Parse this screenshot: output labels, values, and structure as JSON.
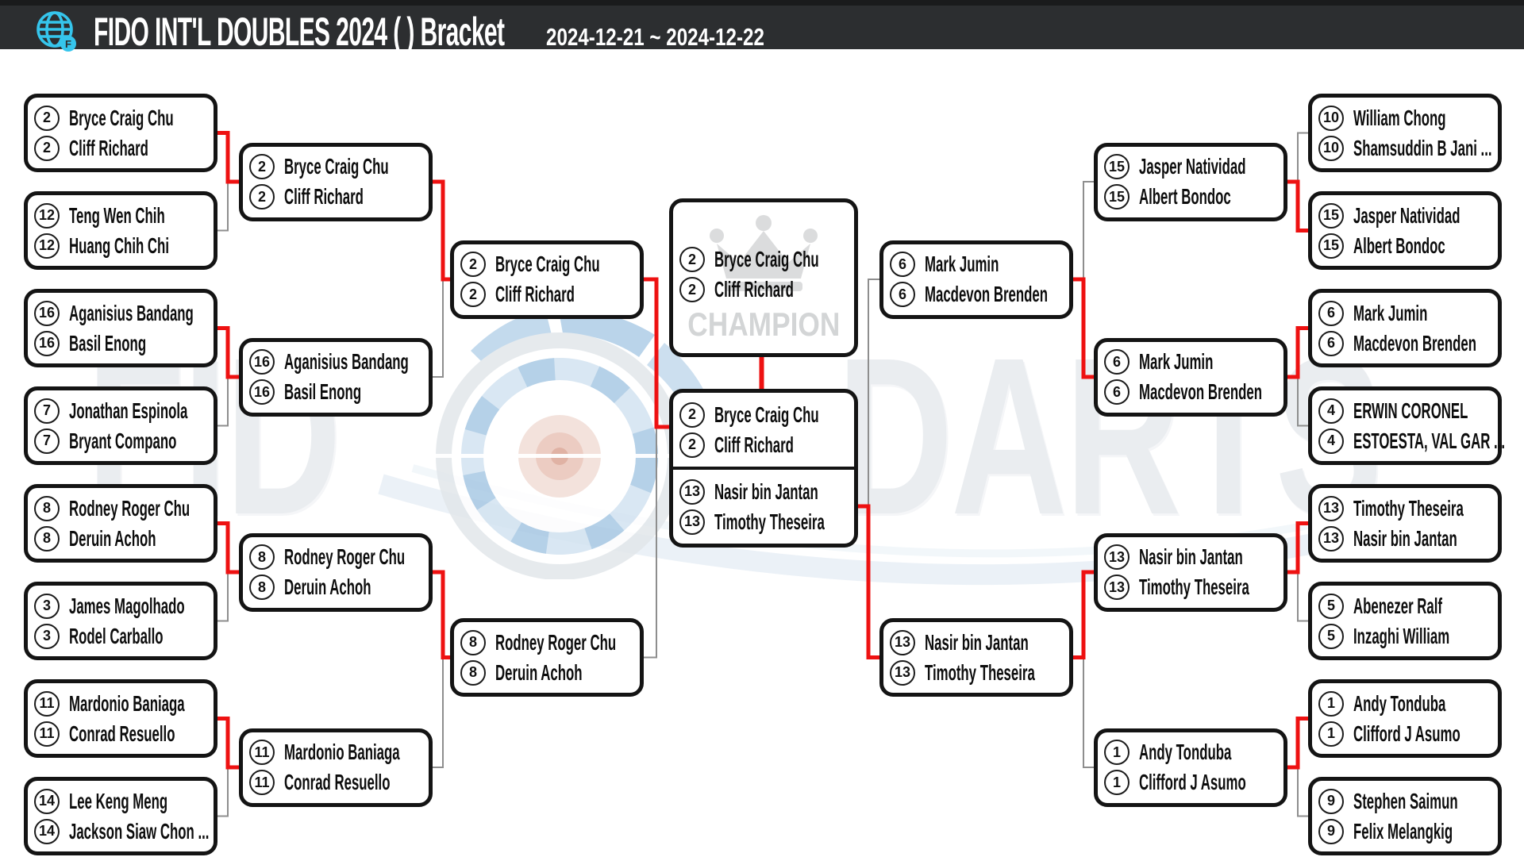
{
  "header": {
    "title": "FIDO INT'L DOUBLES 2024 ( ) Bracket",
    "dates": "2024-12-21 ~ 2024-12-22",
    "logo_badge": "F"
  },
  "watermark": {
    "brand_left": "FID",
    "brand_right": "DARTS"
  },
  "colors": {
    "header_bg": "#2c2e30",
    "logo_cyan": "#35c5ec",
    "winner_path": "#ee1111",
    "loser_path": "#8e8e8e",
    "box_border": "#141414",
    "watermark_text": "#eaedf0",
    "champion_gray": "#d3d5d6"
  },
  "champion": {
    "label": "CHAMPION",
    "seeds": [
      "2",
      "2"
    ],
    "players": [
      "Bryce Craig Chu",
      "Cliff Richard"
    ]
  },
  "bracket": {
    "left": {
      "round_of_16": [
        {
          "seeds": [
            "2",
            "2"
          ],
          "players": [
            "Bryce Craig Chu",
            "Cliff Richard"
          ]
        },
        {
          "seeds": [
            "12",
            "12"
          ],
          "players": [
            "Teng Wen Chih",
            "Huang Chih Chi"
          ]
        },
        {
          "seeds": [
            "16",
            "16"
          ],
          "players": [
            "Aganisius Bandang",
            "Basil Enong"
          ]
        },
        {
          "seeds": [
            "7",
            "7"
          ],
          "players": [
            "Jonathan Espinola",
            "Bryant Compano"
          ]
        },
        {
          "seeds": [
            "8",
            "8"
          ],
          "players": [
            "Rodney Roger Chu",
            "Deruin Achoh"
          ]
        },
        {
          "seeds": [
            "3",
            "3"
          ],
          "players": [
            "James Magolhado",
            "Rodel Carballo"
          ]
        },
        {
          "seeds": [
            "11",
            "11"
          ],
          "players": [
            "Mardonio Baniaga",
            "Conrad Resuello"
          ]
        },
        {
          "seeds": [
            "14",
            "14"
          ],
          "players": [
            "Lee Keng Meng",
            "Jackson Siaw Chon ..."
          ]
        }
      ],
      "quarterfinals": [
        {
          "seeds": [
            "2",
            "2"
          ],
          "players": [
            "Bryce Craig Chu",
            "Cliff Richard"
          ]
        },
        {
          "seeds": [
            "16",
            "16"
          ],
          "players": [
            "Aganisius Bandang",
            "Basil Enong"
          ]
        },
        {
          "seeds": [
            "8",
            "8"
          ],
          "players": [
            "Rodney Roger Chu",
            "Deruin Achoh"
          ]
        },
        {
          "seeds": [
            "11",
            "11"
          ],
          "players": [
            "Mardonio Baniaga",
            "Conrad Resuello"
          ]
        }
      ],
      "semifinals": [
        {
          "seeds": [
            "2",
            "2"
          ],
          "players": [
            "Bryce Craig Chu",
            "Cliff Richard"
          ]
        },
        {
          "seeds": [
            "8",
            "8"
          ],
          "players": [
            "Rodney Roger Chu",
            "Deruin Achoh"
          ]
        }
      ]
    },
    "right": {
      "round_of_16": [
        {
          "seeds": [
            "10",
            "10"
          ],
          "players": [
            "William Chong",
            "Shamsuddin B Jani ..."
          ]
        },
        {
          "seeds": [
            "15",
            "15"
          ],
          "players": [
            "Jasper Natividad",
            "Albert Bondoc"
          ]
        },
        {
          "seeds": [
            "6",
            "6"
          ],
          "players": [
            "Mark Jumin",
            "Macdevon Brenden"
          ]
        },
        {
          "seeds": [
            "4",
            "4"
          ],
          "players": [
            "ERWIN CORONEL",
            "ESTOESTA, VAL GAR ..."
          ]
        },
        {
          "seeds": [
            "13",
            "13"
          ],
          "players": [
            "Timothy Theseira",
            "Nasir bin Jantan"
          ]
        },
        {
          "seeds": [
            "5",
            "5"
          ],
          "players": [
            "Abenezer Ralf",
            "Inzaghi William"
          ]
        },
        {
          "seeds": [
            "1",
            "1"
          ],
          "players": [
            "Andy Tonduba",
            "Clifford J Asumo"
          ]
        },
        {
          "seeds": [
            "9",
            "9"
          ],
          "players": [
            "Stephen Saimun",
            "Felix Melangkig"
          ]
        }
      ],
      "quarterfinals": [
        {
          "seeds": [
            "15",
            "15"
          ],
          "players": [
            "Jasper Natividad",
            "Albert Bondoc"
          ]
        },
        {
          "seeds": [
            "6",
            "6"
          ],
          "players": [
            "Mark Jumin",
            "Macdevon Brenden"
          ]
        },
        {
          "seeds": [
            "13",
            "13"
          ],
          "players": [
            "Nasir bin Jantan",
            "Timothy Theseira"
          ]
        },
        {
          "seeds": [
            "1",
            "1"
          ],
          "players": [
            "Andy Tonduba",
            "Clifford J Asumo"
          ]
        }
      ],
      "semifinals": [
        {
          "seeds": [
            "6",
            "6"
          ],
          "players": [
            "Mark Jumin",
            "Macdevon Brenden"
          ]
        },
        {
          "seeds": [
            "13",
            "13"
          ],
          "players": [
            "Nasir bin Jantan",
            "Timothy Theseira"
          ]
        }
      ]
    },
    "final": {
      "top": {
        "seeds": [
          "2",
          "2"
        ],
        "players": [
          "Bryce Craig Chu",
          "Cliff Richard"
        ]
      },
      "bottom": {
        "seeds": [
          "13",
          "13"
        ],
        "players": [
          "Nasir bin Jantan",
          "Timothy Theseira"
        ]
      }
    }
  }
}
